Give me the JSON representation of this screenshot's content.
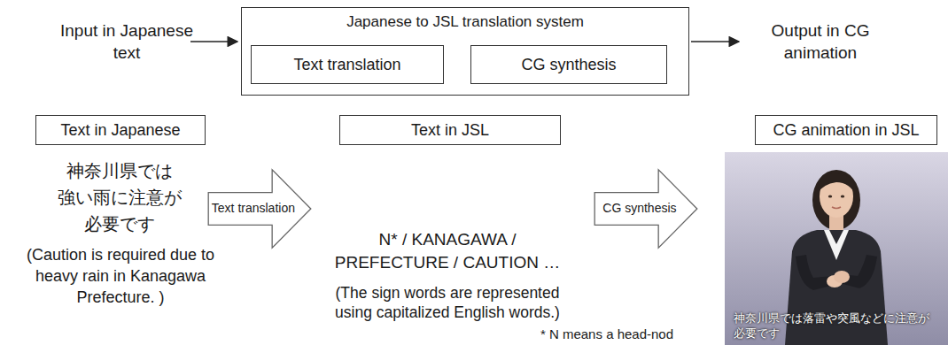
{
  "diagram": {
    "nodes": [
      {
        "text": [
          "Japanese to JSL translation system"
        ]
      },
      {
        "text": [
          "Text translation"
        ],
        "in": 0
      },
      {
        "text": [
          "CG synthesis"
        ],
        "in": 0
      },
      {
        "text": [
          "Text in Japanese"
        ]
      },
      {
        "text": [
          "Text translation"
        ]
      },
      {
        "text": [
          "Text in JSL"
        ]
      },
      {
        "text": [
          "CG synthesis"
        ]
      },
      {
        "text": [
          "CG animation in JSL"
        ]
      },
      {
        "text": [
          "神奈川県では落雷や突風などに注意が必要です"
        ]
      }
    ],
    "edges": [
      {
        "from": 1,
        "to": 2,
        "arrow": "to"
      }
    ],
    "labels": [
      "Input in Japanese text",
      "Output in CG animation",
      "神奈川県では 強い雨に注意が 必要です",
      "(Caution is required due to heavy rain in Kanagawa Prefecture. )",
      "N* / KANAGAWA / PREFECTURE / CAUTION …",
      "(The sign words are represented using capitalized English words.)",
      "* N means a head-nod"
    ]
  }
}
